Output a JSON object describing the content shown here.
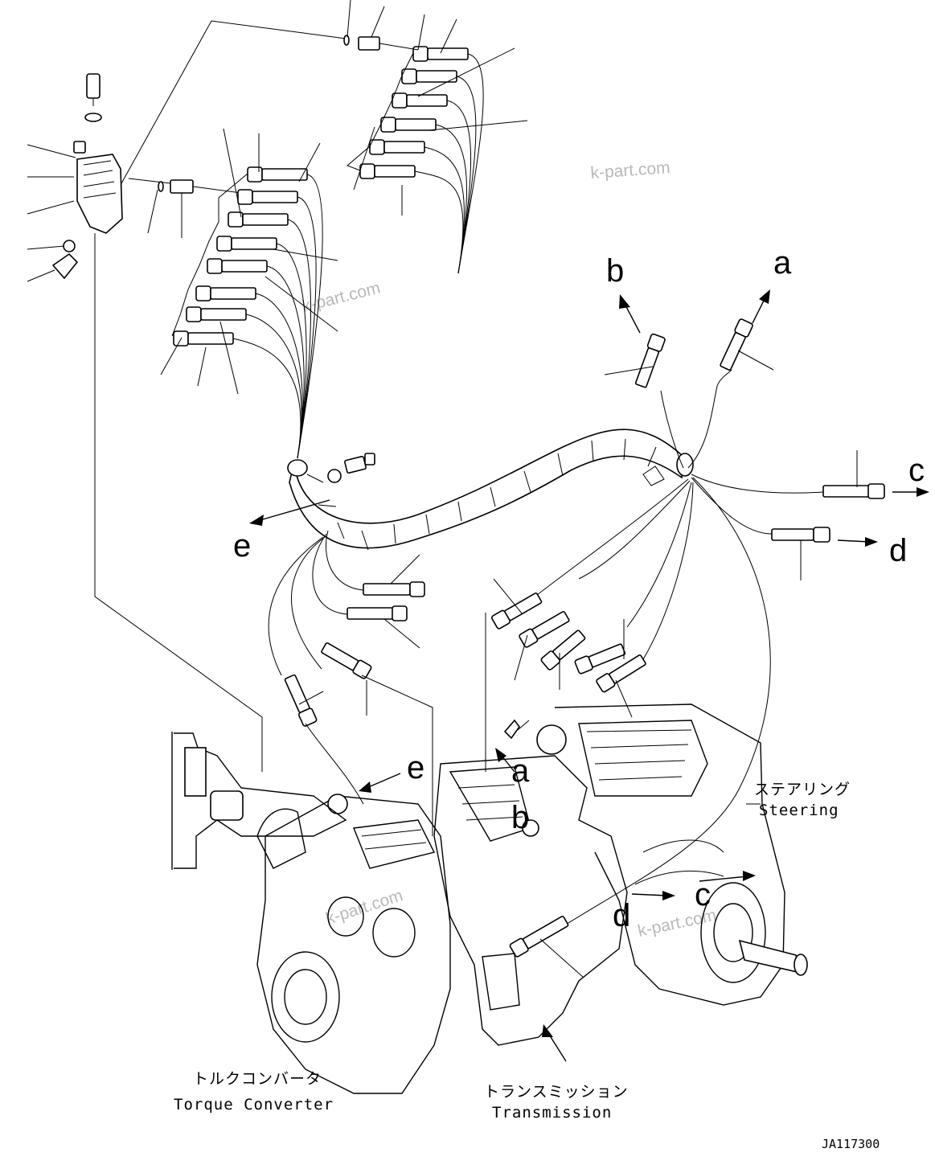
{
  "watermarks": [
    "k-part.com",
    "k-part.com",
    "k-part.com",
    "k-part.com"
  ],
  "connection_labels": {
    "a_top": "a",
    "b_top": "b",
    "c_right": "c",
    "d_right": "d",
    "e_left": "e",
    "a_body": "a",
    "b_body": "b",
    "c_body": "c",
    "d_body": "d",
    "e_body": "e"
  },
  "components": {
    "steering_jp": "ステアリング",
    "steering_en": "Steering",
    "torque_converter_jp": "トルクコンバータ",
    "torque_converter_en": "Torque Converter",
    "transmission_jp": "トランスミッション",
    "transmission_en": "Transmission"
  },
  "drawing_code": "JA117300"
}
